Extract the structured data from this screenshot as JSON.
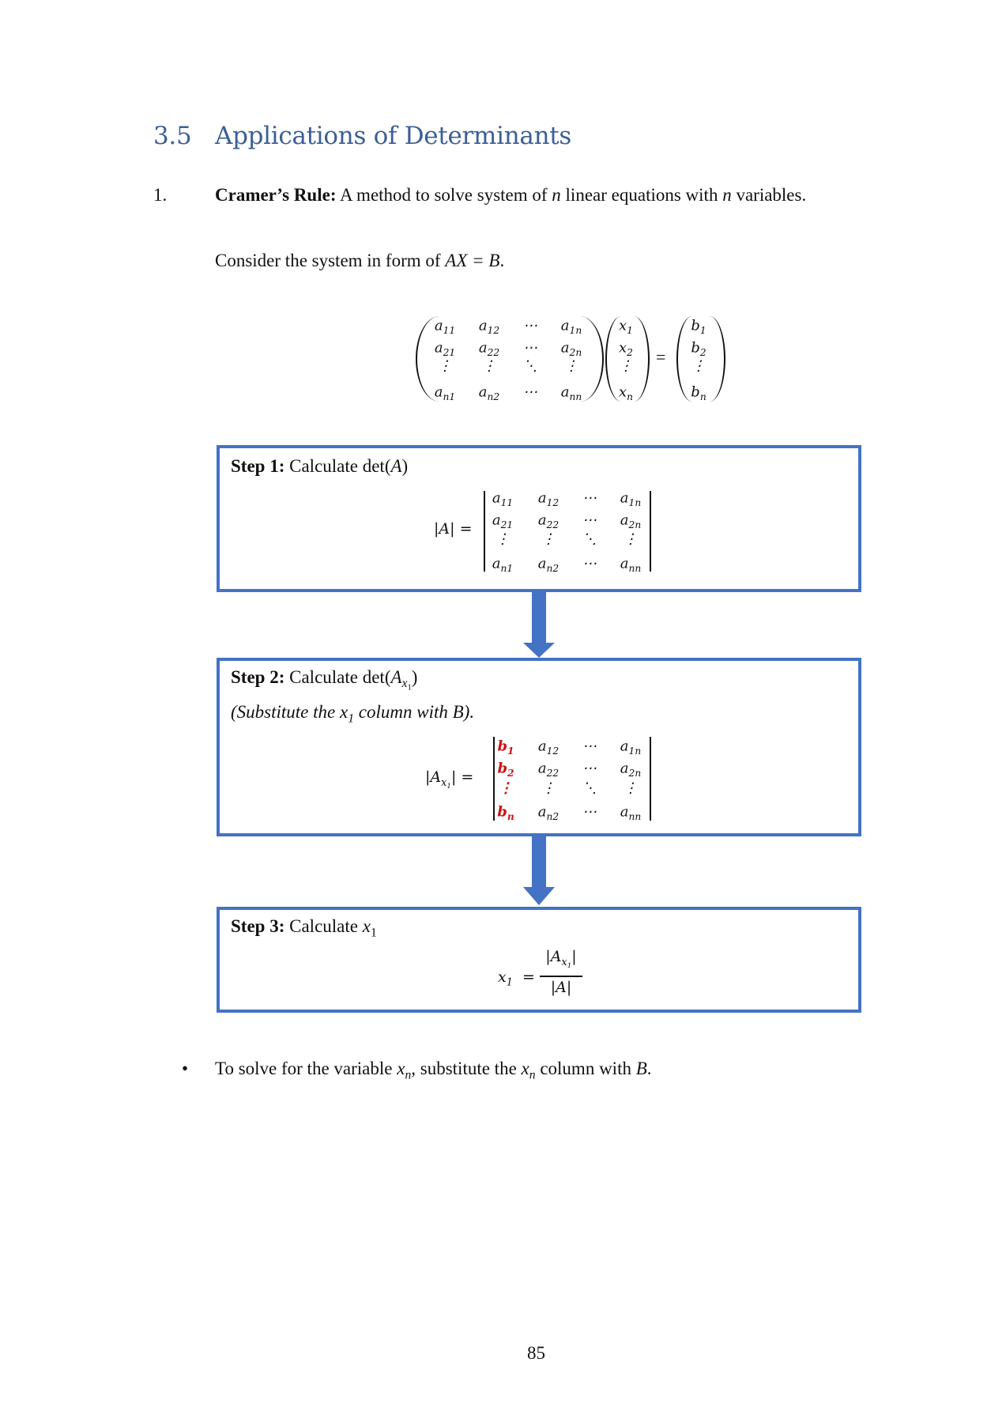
{
  "heading": {
    "number": "3.5",
    "title": "Applications of Determinants"
  },
  "item1": {
    "number": "1.",
    "label": "Cramer’s Rule:",
    "text_a": "A method to solve system of ",
    "n1": "n",
    "text_b": " linear equations with ",
    "n2": "n",
    "text_c": " variables."
  },
  "consider": {
    "text": "Consider the system in form of ",
    "eq": "AX = B",
    "end": "."
  },
  "system": {
    "A": [
      [
        [
          "a",
          "11"
        ],
        [
          "a",
          "12"
        ],
        [
          "⋯",
          ""
        ],
        [
          "a",
          "1n"
        ]
      ],
      [
        [
          "a",
          "21"
        ],
        [
          "a",
          "22"
        ],
        [
          "⋯",
          ""
        ],
        [
          "a",
          "2n"
        ]
      ],
      [
        [
          "⋮",
          ""
        ],
        [
          "⋮",
          ""
        ],
        [
          "⋱",
          ""
        ],
        [
          "⋮",
          ""
        ]
      ],
      [
        [
          "a",
          "n1"
        ],
        [
          "a",
          "n2"
        ],
        [
          "⋯",
          ""
        ],
        [
          "a",
          "nn"
        ]
      ]
    ],
    "X": [
      [
        "x",
        "1"
      ],
      [
        "x",
        "2"
      ],
      [
        "⋮",
        ""
      ],
      [
        "x",
        "n"
      ]
    ],
    "equals": "=",
    "B": [
      [
        "b",
        "1"
      ],
      [
        "b",
        "2"
      ],
      [
        "⋮",
        ""
      ],
      [
        "b",
        "n"
      ]
    ]
  },
  "step1": {
    "label": "Step 1:",
    "text": "Calculate det(",
    "var": "A",
    "close": ")",
    "lhs": "|A| =",
    "det": [
      [
        [
          "a",
          "11"
        ],
        [
          "a",
          "12"
        ],
        [
          "⋯",
          ""
        ],
        [
          "a",
          "1n"
        ]
      ],
      [
        [
          "a",
          "21"
        ],
        [
          "a",
          "22"
        ],
        [
          "⋯",
          ""
        ],
        [
          "a",
          "2n"
        ]
      ],
      [
        [
          "⋮",
          ""
        ],
        [
          "⋮",
          ""
        ],
        [
          "⋱",
          ""
        ],
        [
          "⋮",
          ""
        ]
      ],
      [
        [
          "a",
          "n1"
        ],
        [
          "a",
          "n2"
        ],
        [
          "⋯",
          ""
        ],
        [
          "a",
          "nn"
        ]
      ]
    ]
  },
  "step2": {
    "label": "Step 2:",
    "text": "Calculate det(",
    "var": "A",
    "varsub": "x",
    "varsubsub": "1",
    "close": ")",
    "note_a": "(Substitute the ",
    "note_x": "x",
    "note_sub": "1",
    "note_b": " column with ",
    "note_B": "B",
    "note_c": ").",
    "lhs_a": "|A",
    "lhs_sub": "x",
    "lhs_subsub": "1",
    "lhs_b": "| =",
    "det": [
      [
        [
          "b",
          "1"
        ],
        [
          "a",
          "12"
        ],
        [
          "⋯",
          ""
        ],
        [
          "a",
          "1n"
        ]
      ],
      [
        [
          "b",
          "2"
        ],
        [
          "a",
          "22"
        ],
        [
          "⋯",
          ""
        ],
        [
          "a",
          "2n"
        ]
      ],
      [
        [
          "⋮",
          ""
        ],
        [
          "⋮",
          ""
        ],
        [
          "⋱",
          ""
        ],
        [
          "⋮",
          ""
        ]
      ],
      [
        [
          "b",
          "n"
        ],
        [
          "a",
          "n2"
        ],
        [
          "⋯",
          ""
        ],
        [
          "a",
          "nn"
        ]
      ]
    ],
    "highlight_color": "#d01010"
  },
  "step3": {
    "label": "Step 3:",
    "text": "Calculate ",
    "var": "x",
    "sub": "1",
    "lhs": "x",
    "lhs_sub": "1",
    "eq": "=",
    "num_a": "|A",
    "num_sub": "x",
    "num_subsub": "1",
    "num_b": "|",
    "den": "|A|"
  },
  "bullet": {
    "symbol": "•",
    "text_a": "To solve for the variable ",
    "var1": "x",
    "sub1": "n",
    "text_b": ", substitute the ",
    "var2": "x",
    "sub2": "n",
    "text_c": " column with ",
    "B": "B",
    "end": "."
  },
  "page_number": "85",
  "colors": {
    "heading": "#3c5f96",
    "box_border": "#4472c4"
  }
}
